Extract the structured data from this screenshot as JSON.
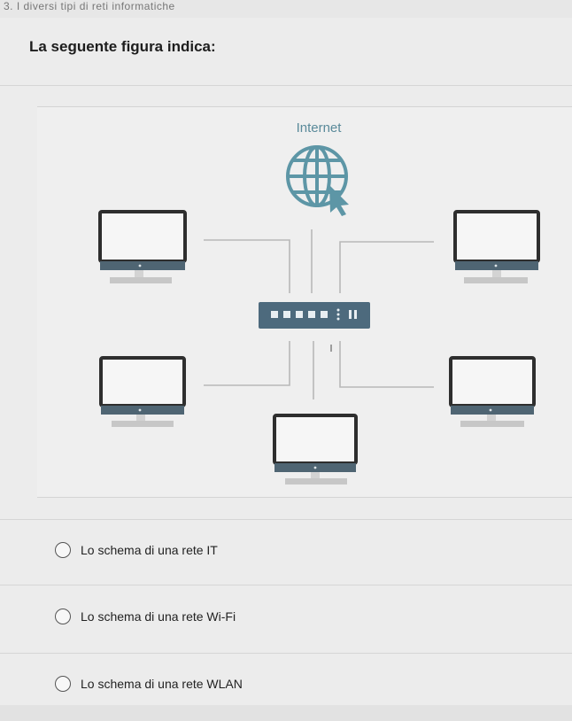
{
  "header": {
    "clipped_text": "3. I diversi tipi di reti informatiche",
    "question_title": "La seguente figura indica:"
  },
  "figure": {
    "internet_label": "Internet",
    "icons": [
      "globe-icon",
      "cursor-icon",
      "monitor-icon",
      "network-switch-icon"
    ]
  },
  "options": [
    {
      "label": "Lo schema di una rete IT",
      "selected": false
    },
    {
      "label": "Lo schema di una rete Wi-Fi",
      "selected": false
    },
    {
      "label": "Lo schema di una rete WLAN",
      "selected": false
    }
  ]
}
